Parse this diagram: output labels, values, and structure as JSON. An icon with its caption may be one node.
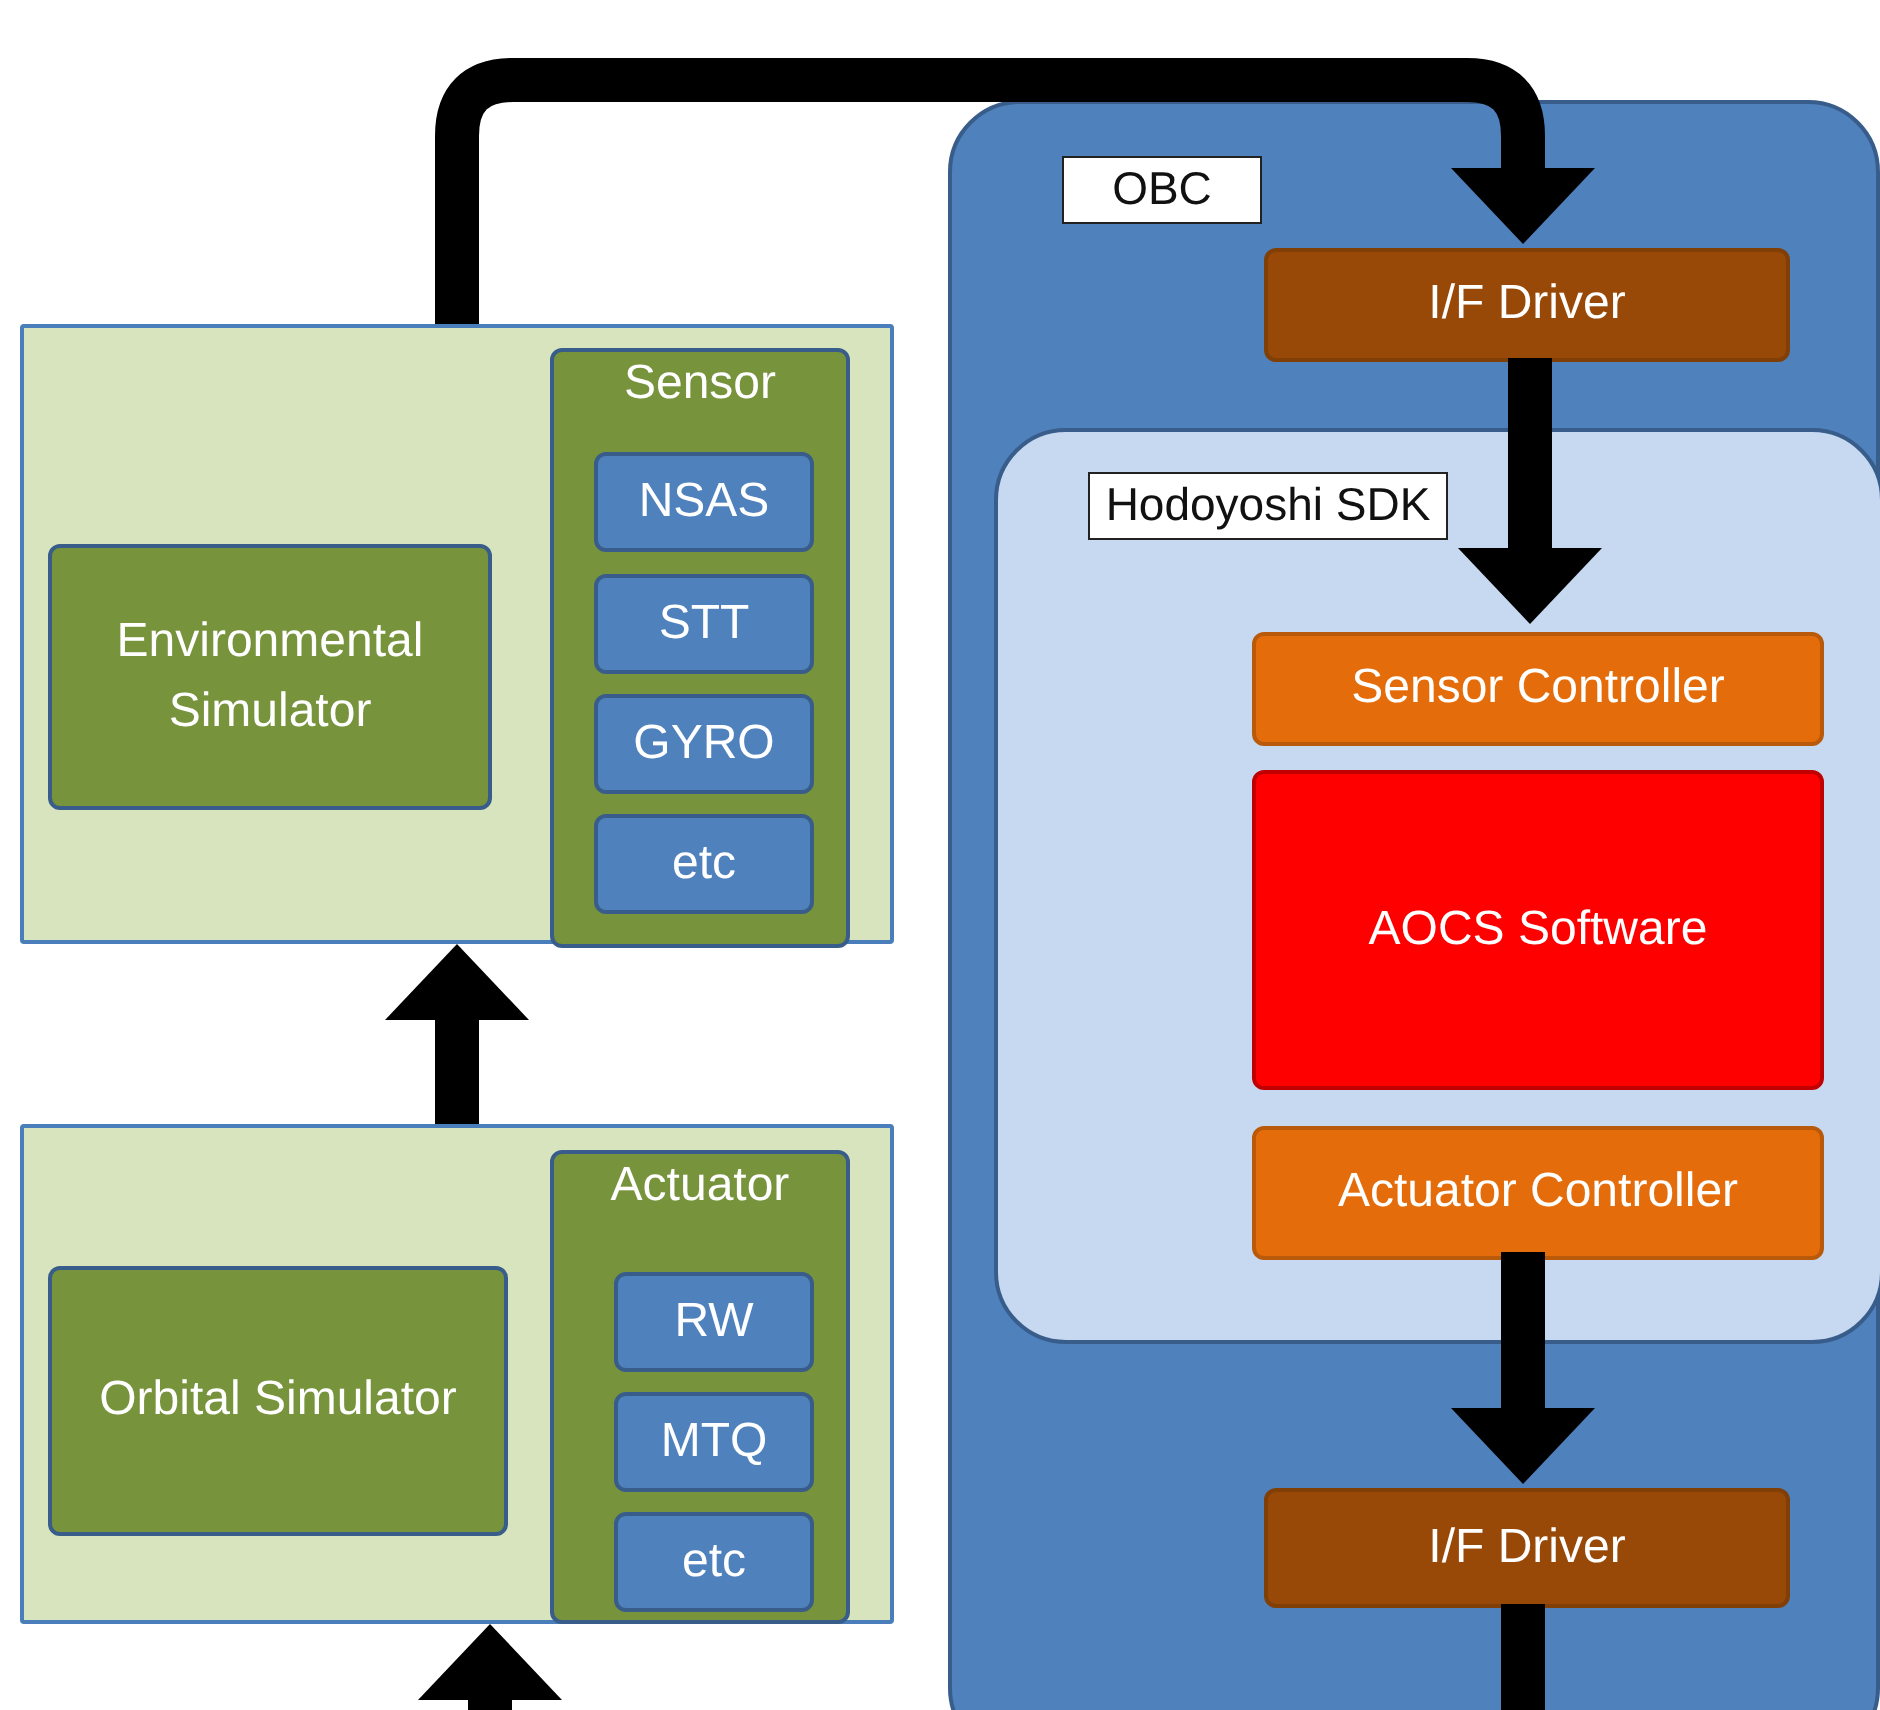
{
  "diagram": {
    "nodes": [
      {
        "text": [],
        "shape": "box"
      },
      {
        "text": [
          "Environmental Simulator"
        ],
        "in": 0
      },
      {
        "text": [
          "Sensor"
        ],
        "in": 0
      },
      {
        "text": [
          "NSAS"
        ],
        "in": 2
      },
      {
        "text": [
          "STT"
        ],
        "in": 2
      },
      {
        "text": [
          "GYRO"
        ],
        "in": 2
      },
      {
        "text": [
          "etc"
        ],
        "in": 2
      },
      {
        "text": [],
        "shape": "box"
      },
      {
        "text": [
          "Orbital Simulator"
        ],
        "in": 7
      },
      {
        "text": [
          "Actuator"
        ],
        "in": 7
      },
      {
        "text": [
          "RW"
        ],
        "in": 9
      },
      {
        "text": [
          "MTQ"
        ],
        "in": 9
      },
      {
        "text": [
          "etc"
        ],
        "in": 9
      },
      {
        "text": [
          "OBC"
        ]
      },
      {
        "text": [
          "I/F Driver"
        ],
        "in": 13
      },
      {
        "text": [
          "Hodoyoshi SDK"
        ],
        "in": 13
      },
      {
        "text": [
          "Sensor  Controller"
        ],
        "in": 15
      },
      {
        "text": [
          "AOCS Software"
        ],
        "in": 15
      },
      {
        "text": [
          "Actuator Controller"
        ],
        "in": 15
      },
      {
        "text": [
          "I/F Driver"
        ],
        "in": 13
      }
    ],
    "edges": [
      {
        "from": 0,
        "to": 14,
        "arrow": "to"
      },
      {
        "from": 14,
        "to": 16,
        "arrow": "to"
      },
      {
        "from": 18,
        "to": 19,
        "arrow": "to"
      },
      {
        "from": 7,
        "to": 0,
        "arrow": "to"
      },
      {
        "from": null,
        "to": 7,
        "arrow": "to"
      },
      {
        "from": 19,
        "to": null,
        "arrow": "none"
      }
    ]
  }
}
